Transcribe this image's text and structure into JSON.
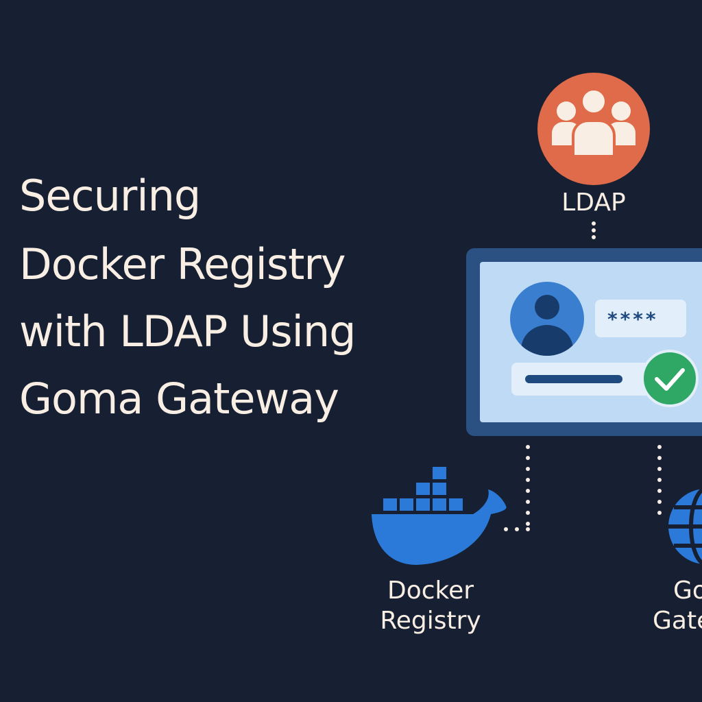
{
  "title": {
    "lines": [
      "Securing",
      "Docker Registry",
      "with LDAP Using",
      "Goma Gateway"
    ]
  },
  "nodes": {
    "ldap": {
      "label": "LDAP",
      "color": "#e06b4a",
      "icon": "user-group-icon"
    },
    "docker": {
      "label_line1": "Docker",
      "label_line2": "Registry",
      "color": "#2b7ad9",
      "icon": "docker-whale-icon"
    },
    "gateway": {
      "label_line1": "Goma",
      "label_line2": "Gateway",
      "color": "#2b7ad9",
      "icon": "globe-icon"
    }
  },
  "login_panel": {
    "password_mask": "****",
    "check_color": "#2fa866",
    "icons": [
      "user-avatar-icon",
      "checkmark-icon"
    ]
  },
  "colors": {
    "background": "#172033",
    "text": "#f8eee4",
    "panel_frame": "#2b5082",
    "panel_screen": "#bfdaf4"
  }
}
